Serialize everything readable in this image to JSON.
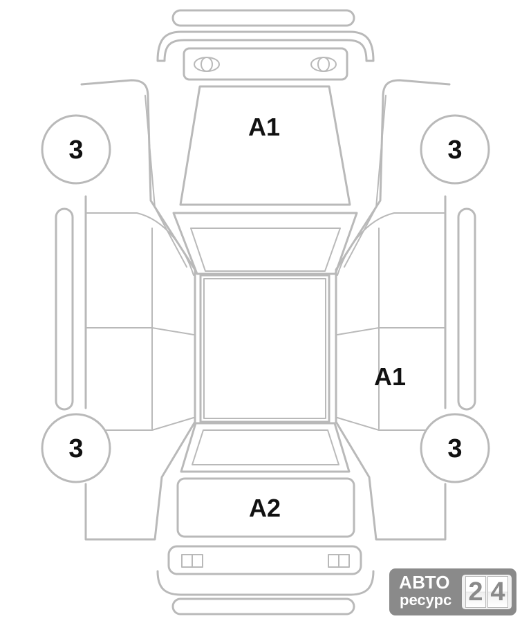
{
  "diagram": {
    "marks": {
      "front_windshield": "A1",
      "right_rear_door": "A1",
      "rear_window": "A2",
      "wheel_front_left": "3",
      "wheel_front_right": "3",
      "wheel_rear_left": "3",
      "wheel_rear_right": "3"
    }
  },
  "logo": {
    "line1": "АВТО",
    "line2": "ресурс",
    "digit1": "2",
    "digit2": "4"
  },
  "colors": {
    "outline": "#b9b9b9",
    "label": "#111111",
    "logo_bg": "#8a8a8a"
  }
}
